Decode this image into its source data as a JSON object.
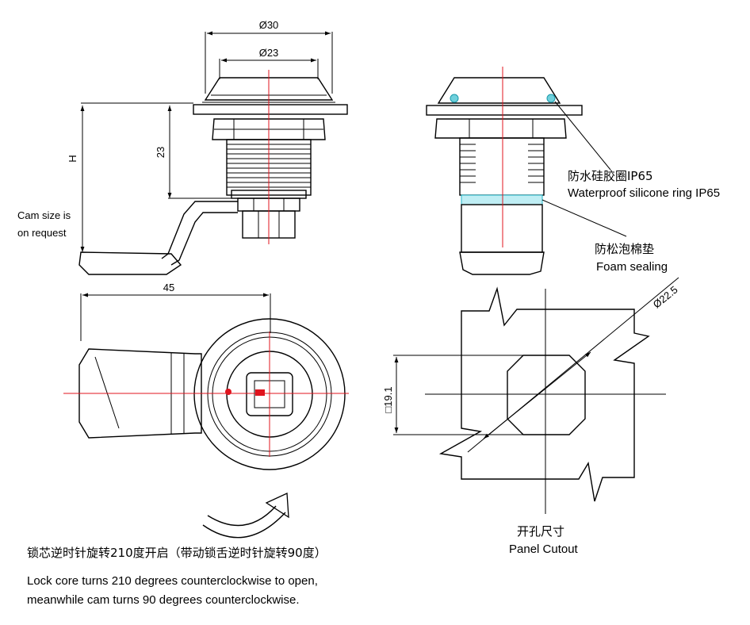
{
  "dimensions": {
    "outer_diameter": "Ø30",
    "inner_diameter": "Ø23",
    "height_h": "H",
    "length_23": "23",
    "width_45": "45",
    "cutout_square": "□19.1",
    "cutout_diameter": "Ø22.5"
  },
  "labels": {
    "cam_size_line1": "Cam size is",
    "cam_size_line2": "on request",
    "seal_ring_cn": "防水硅胶圈IP65",
    "seal_ring_en": "Waterproof silicone ring IP65",
    "foam_cn": "防松泡棉垫",
    "foam_en": "Foam sealing",
    "cutout_cn": "开孔尺寸",
    "cutout_en": "Panel Cutout",
    "rotation_cn": "锁芯逆时针旋转210度开启（带动锁舌逆时针旋转90度）",
    "rotation_en_line1": "Lock core turns 210 degrees counterclockwise to open,",
    "rotation_en_line2": "meanwhile cam turns 90 degrees counterclockwise."
  },
  "colors": {
    "centerline": "#e0141e",
    "seal": "#22b6c8",
    "ink": "#000000"
  }
}
